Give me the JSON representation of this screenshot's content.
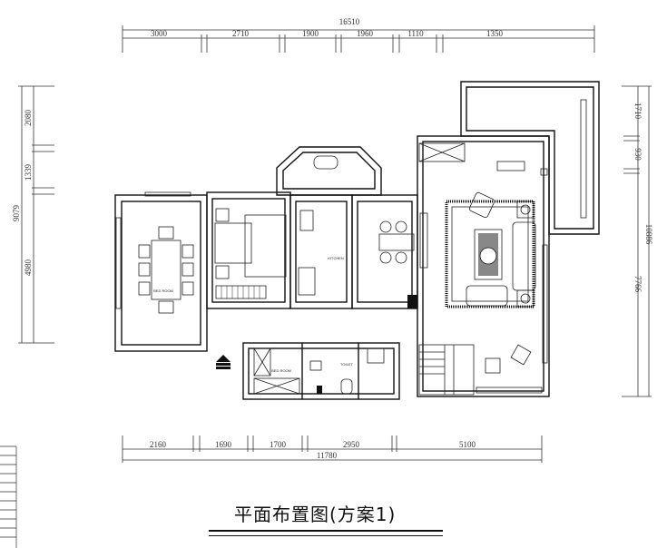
{
  "title": "平面布置图(方案1)",
  "dimensions": {
    "top_total": "16510",
    "top": [
      "3000",
      "2710",
      "1900",
      "1960",
      "1110",
      "1350"
    ],
    "left_total": "9079",
    "left": [
      "2080",
      "1339",
      "4980"
    ],
    "right_total": "10886",
    "right": [
      "1710",
      "930",
      "7766"
    ],
    "bottom_total": "11780",
    "bottom": [
      "2160",
      "1690",
      "1700",
      "2950",
      "5100"
    ]
  },
  "room_labels": {
    "kitchen": "KITCHEN",
    "toilet": "TOILET",
    "bedroom": "BED ROOM",
    "storage": "BED ROOM"
  }
}
